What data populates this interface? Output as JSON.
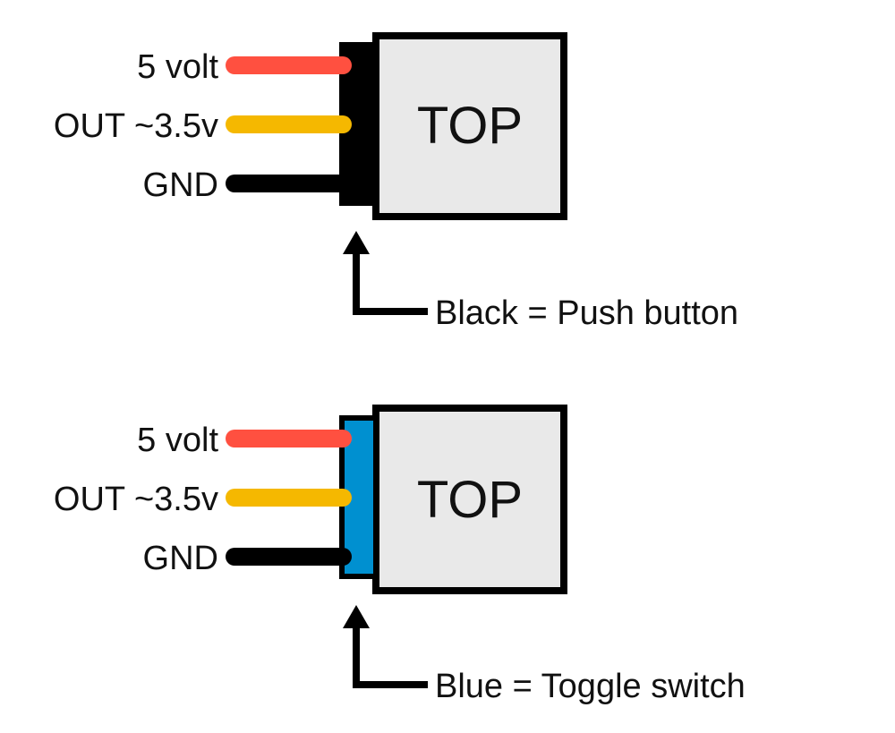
{
  "diagrams": [
    {
      "top_label": "TOP",
      "wires": [
        {
          "label": "5 volt",
          "color": "#ff5040"
        },
        {
          "label": "OUT ~3.5v",
          "color": "#f5b800"
        },
        {
          "label": "GND",
          "color": "#000000"
        }
      ],
      "plug_color": "#000000",
      "caption": "Black = Push button"
    },
    {
      "top_label": "TOP",
      "wires": [
        {
          "label": "5 volt",
          "color": "#ff5040"
        },
        {
          "label": "OUT ~3.5v",
          "color": "#f5b800"
        },
        {
          "label": "GND",
          "color": "#000000"
        }
      ],
      "plug_color": "#0090d0",
      "caption": "Blue = Toggle switch"
    }
  ],
  "colors": {
    "body_fill": "#e9e9e9",
    "outline": "#000000"
  }
}
